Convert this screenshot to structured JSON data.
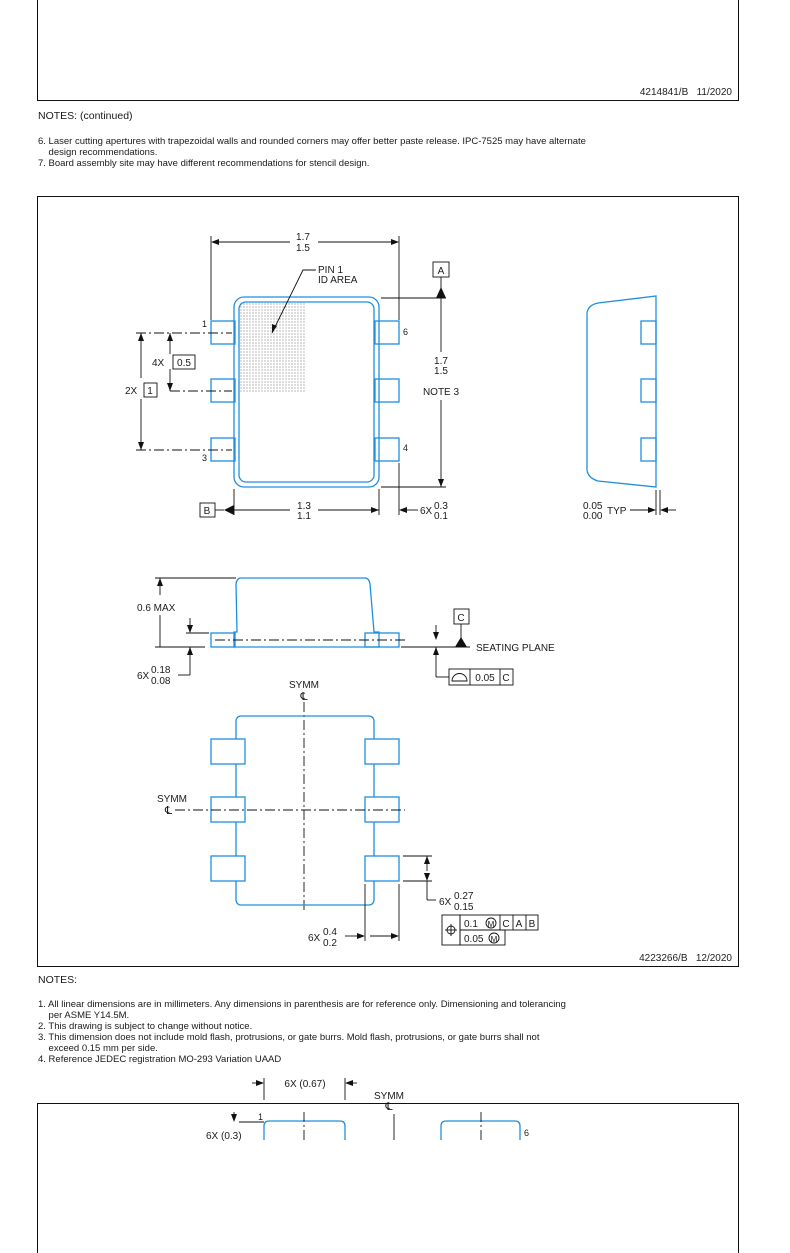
{
  "top_frame": {
    "doc_id": "4214841/B   11/2020"
  },
  "notes_continued": {
    "title": "NOTES: (continued)",
    "lines": [
      "6. Laser cutting apertures with trapezoidal walls and rounded corners may offer better paste release. IPC-7525 may have alternate",
      "    design recommendations.",
      "7. Board assembly site may have different recommendations for stencil design."
    ]
  },
  "drawing": {
    "doc_id": "4223266/B   12/2020",
    "width_max": "1.7",
    "width_min": "1.5",
    "pin1_label": [
      "PIN 1",
      "ID AREA"
    ],
    "datum_a": "A",
    "datum_b": "B",
    "datum_c": "C",
    "height_max": "1.7",
    "height_min": "1.5",
    "height_note": "NOTE 3",
    "pin_numbers": [
      "1",
      "3",
      "4",
      "6"
    ],
    "pitch_prefix": "4X",
    "pitch_value": "0.5",
    "span_prefix": "2X",
    "span_value": "1",
    "body_max": "1.3",
    "body_min": "1.1",
    "lead_prefix": "6X",
    "lead_max": "0.3",
    "lead_min": "0.1",
    "side_max": "0.05",
    "side_min": "0.00",
    "side_typ": "TYP",
    "height_label": "0.6 MAX",
    "thick_prefix": "6X",
    "thick_max": "0.18",
    "thick_min": "0.08",
    "seating_plane": "SEATING PLANE",
    "flatness_value": "0.05",
    "flatness_datum": "C",
    "symm": "SYMM",
    "pad_len_prefix": "6X",
    "pad_len_max": "0.27",
    "pad_len_min": "0.15",
    "pad_w_prefix": "6X",
    "pad_w_max": "0.4",
    "pad_w_min": "0.2",
    "pos_tol_1": "0.1",
    "pos_tol_2": "0.05",
    "pos_datums": [
      "C",
      "A",
      "B"
    ]
  },
  "notes": {
    "title": "NOTES:",
    "lines": [
      "1. All linear dimensions are in millimeters. Any dimensions in parenthesis are for reference only. Dimensioning and tolerancing",
      "    per ASME Y14.5M.",
      "2. This drawing is subject to change without notice.",
      "3. This dimension does not include mold flash, protrusions, or gate burrs. Mold flash, protrusions, or gate burrs shall not",
      "    exceed 0.15 mm per side.",
      "4. Reference JEDEC registration MO-293 Variation UAAD"
    ]
  },
  "bottom_frame": {
    "pad_width_label": "6X (0.67)",
    "pad_height_label": "6X (0.3)",
    "symm": "SYMM",
    "pin_1": "1",
    "pin_6": "6"
  }
}
